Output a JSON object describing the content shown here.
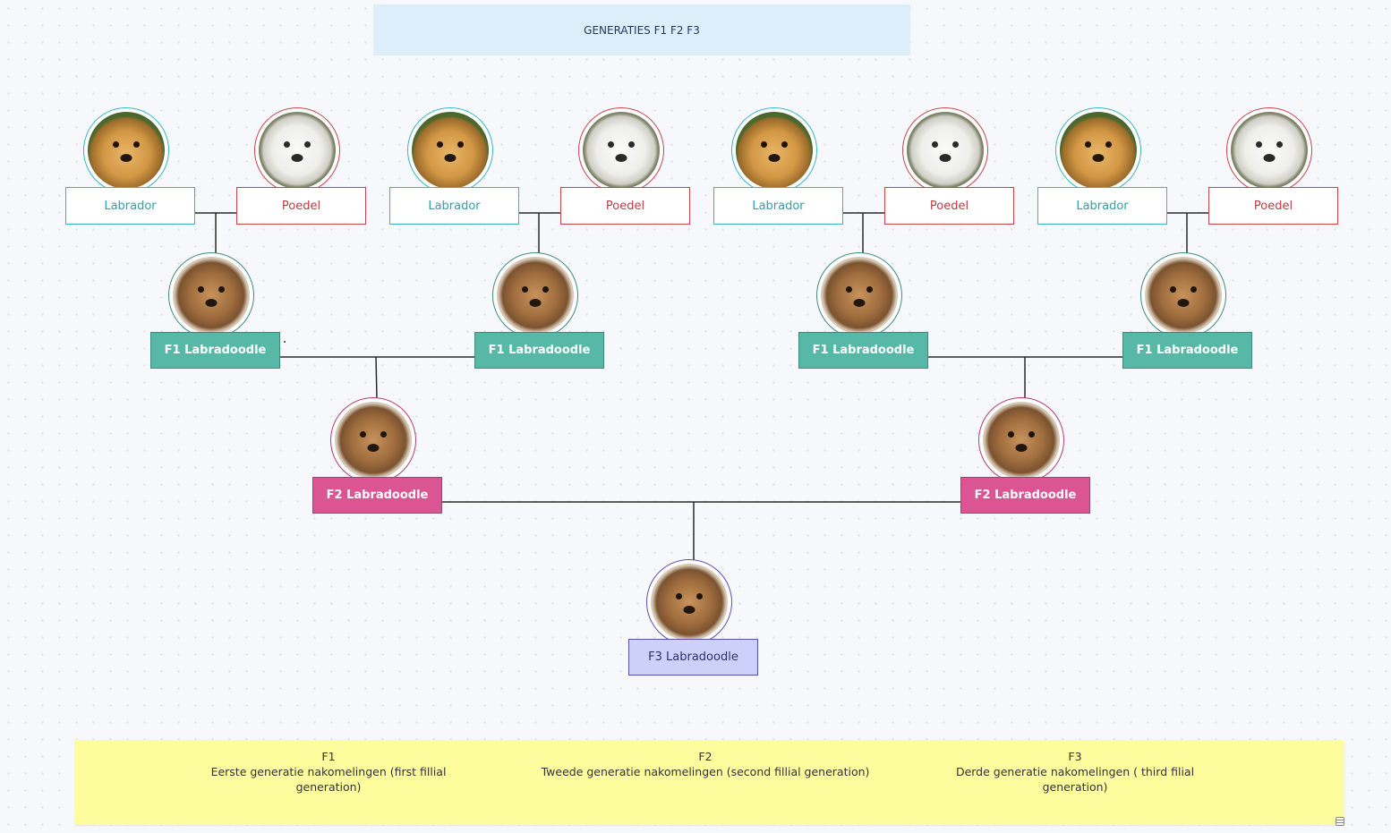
{
  "title": "GENERATIES F1 F2 F3",
  "labels": {
    "labrador": "Labrador",
    "poedel": "Poedel",
    "f1": "F1 Labradoodle",
    "f2": "F2 Labradoodle",
    "f3": "F3 Labradoodle"
  },
  "legend": {
    "f1_heading": "F1",
    "f1_text": "Eerste generatie nakomelingen (first fillial generation)",
    "f2_heading": "F2",
    "f2_text": "Tweede generatie nakomelingen (second fillial generation)",
    "f3_heading": "F3",
    "f3_text": "Derde generatie nakomelingen ( third filial generation)"
  },
  "colors": {
    "labrador": "#36b7c0",
    "poedel": "#c9424c",
    "f1": "#58b8a7",
    "f2": "#db5593",
    "f3": "#cdd1fa",
    "title_bg": "#ddeefb",
    "legend_bg": "#fdfd9e"
  },
  "icons": [
    "labrador-photo",
    "poodle-photo",
    "labradoodle-photo",
    "sticky-note-icon"
  ]
}
